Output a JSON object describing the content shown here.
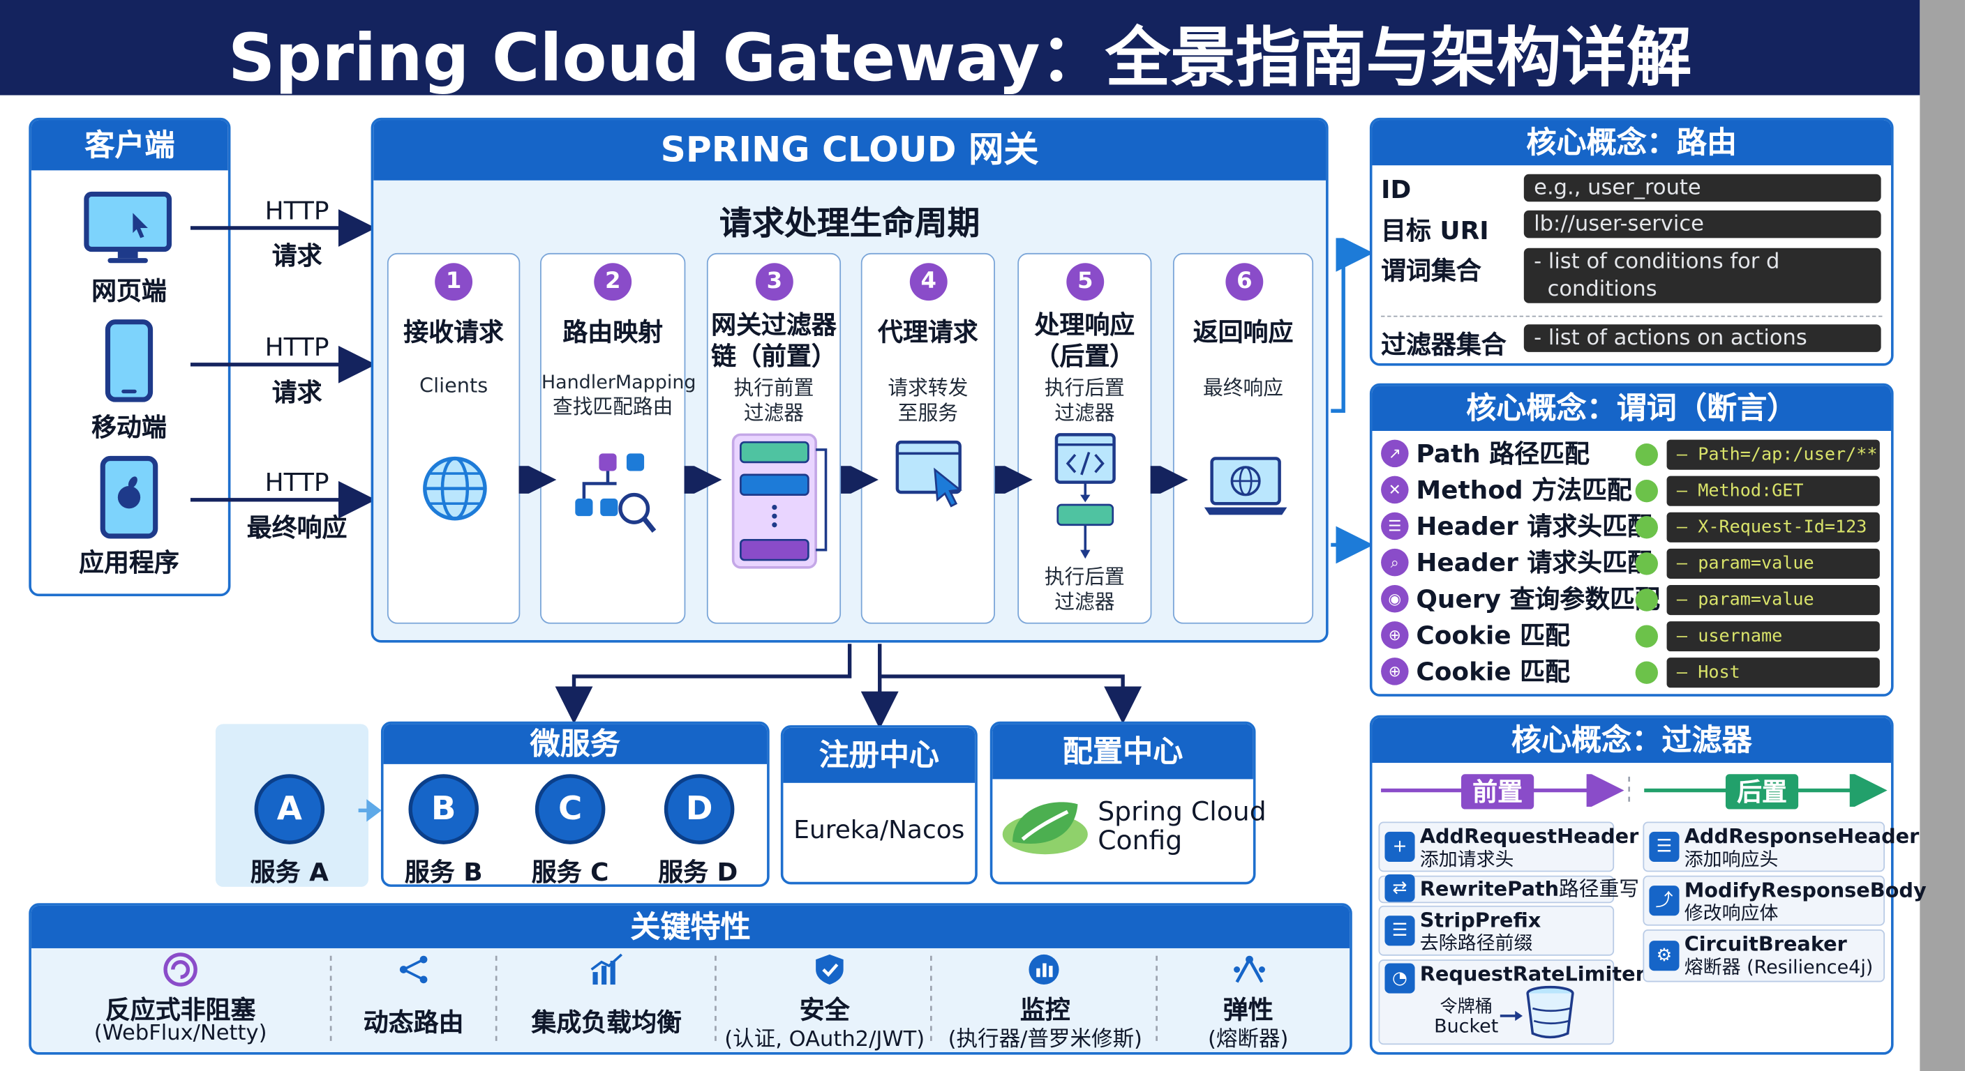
{
  "title": "Spring Cloud Gateway：全景指南与架构详解",
  "clients": {
    "header": "客户端",
    "items": [
      {
        "label": "网页端",
        "icon": "monitor-icon"
      },
      {
        "label": "移动端",
        "icon": "mobile-phone-icon"
      },
      {
        "label": "应用程序",
        "icon": "app-tablet-icon"
      }
    ],
    "arrows": [
      {
        "line1": "HTTP",
        "line2": "请求"
      },
      {
        "line1": "HTTP",
        "line2": "请求"
      },
      {
        "line1": "HTTP",
        "line2": "最终响应"
      }
    ]
  },
  "gateway": {
    "header": "SPRING CLOUD 网关",
    "lifecycle_title": "请求处理生命周期",
    "stages": [
      {
        "num": "1",
        "title": "接收请求",
        "sub": "Clients",
        "icon": "globe-icon"
      },
      {
        "num": "2",
        "title": "路由映射",
        "sub": "HandlerMapping",
        "sub2": "查找匹配路由",
        "icon": "route-search-icon"
      },
      {
        "num": "3",
        "title": "网关过滤器",
        "title2": "链（前置）",
        "sub": "执行前置",
        "sub2": "过滤器",
        "icon": "filter-chain-icon"
      },
      {
        "num": "4",
        "title": "代理请求",
        "sub": "请求转发",
        "sub2": "至服务",
        "icon": "browser-cursor-icon"
      },
      {
        "num": "5",
        "title": "处理响应",
        "title2": "（后置）",
        "sub": "执行后置",
        "sub2": "过滤器",
        "sub3": "执行后置",
        "sub4": "过滤器",
        "icon": "code-window-icon"
      },
      {
        "num": "6",
        "title": "返回响应",
        "sub": "最终响应",
        "icon": "laptop-globe-icon"
      }
    ]
  },
  "route_concept": {
    "header": "核心概念：路由",
    "rows": [
      {
        "key": "ID",
        "value": "e.g., user_route"
      },
      {
        "key": "目标 URI",
        "value": "lb://user-service"
      },
      {
        "key": "谓词集合",
        "value": "- list of conditions for d",
        "value2": "  conditions"
      },
      {
        "key": "过滤器集合",
        "value": "- list of actions on actions"
      }
    ]
  },
  "predicate_concept": {
    "header": "核心概念：谓词（断言）",
    "rows": [
      {
        "name": "Path 路径匹配",
        "value": "– Path=/ap:/user/**"
      },
      {
        "name": "Method 方法匹配",
        "value": "– Method:GET"
      },
      {
        "name": "Header 请求头匹配",
        "value": "– X-Request-Id=123"
      },
      {
        "name": "Header 请求头匹配",
        "value": "– param=value"
      },
      {
        "name": "Query 查询参数匹配",
        "value": "– param=value"
      },
      {
        "name": "Cookie 匹配",
        "value": "– username"
      },
      {
        "name": "Cookie 匹配",
        "value": "– Host"
      }
    ]
  },
  "filter_concept": {
    "header": "核心概念：过滤器",
    "pre_label": "前置",
    "post_label": "后置",
    "pre": [
      {
        "name": "AddRequestHeader",
        "desc": "添加请求头",
        "icon": "plus-icon"
      },
      {
        "name": "RewritePath",
        "desc": "路径重写",
        "icon": "swap-icon"
      },
      {
        "name": "StripPrefix",
        "desc": "去除路径前缀",
        "icon": "list-icon"
      },
      {
        "name": "RequestRateLimiter",
        "desc": "",
        "icon": "gauge-icon"
      }
    ],
    "bucket_label1": "令牌桶",
    "bucket_label2": "Bucket",
    "post": [
      {
        "name": "AddResponseHeader",
        "desc": "添加响应头",
        "icon": "list-icon"
      },
      {
        "name": "ModifyResponseBody",
        "desc": "修改响应体",
        "icon": "route-icon"
      },
      {
        "name": "CircuitBreaker",
        "desc": "熔断器 (Resilience4j)",
        "icon": "circuit-icon"
      }
    ]
  },
  "services": {
    "service_a": {
      "letter": "A",
      "label": "服务 A"
    },
    "header": "微服务",
    "items": [
      {
        "letter": "B",
        "label": "服务 B"
      },
      {
        "letter": "C",
        "label": "服务 C"
      },
      {
        "letter": "D",
        "label": "服务 D"
      }
    ]
  },
  "registry": {
    "header": "注册中心",
    "body": "Eureka/Nacos"
  },
  "config": {
    "header": "配置中心",
    "line1": "Spring Cloud",
    "line2": "Config"
  },
  "features": {
    "header": "关键特性",
    "items": [
      {
        "title": "反应式非阻塞",
        "sub": "(WebFlux/Netty)",
        "icon": "reactive-icon"
      },
      {
        "title": "动态路由",
        "sub": "",
        "icon": "share-nodes-icon"
      },
      {
        "title": "集成负载均衡",
        "sub": "",
        "icon": "bar-chart-icon"
      },
      {
        "title": "安全",
        "sub": "(认证, OAuth2/JWT)",
        "icon": "shield-icon"
      },
      {
        "title": "监控",
        "sub": "(执行器/普罗米修斯)",
        "icon": "monitor-gauge-icon"
      },
      {
        "title": "弹性",
        "sub": "(熔断器)",
        "icon": "resilience-icon"
      }
    ]
  },
  "colors": {
    "navy": "#14235e",
    "blue": "#1665c8",
    "purple": "#8a4cc9",
    "green": "#22a06b"
  }
}
